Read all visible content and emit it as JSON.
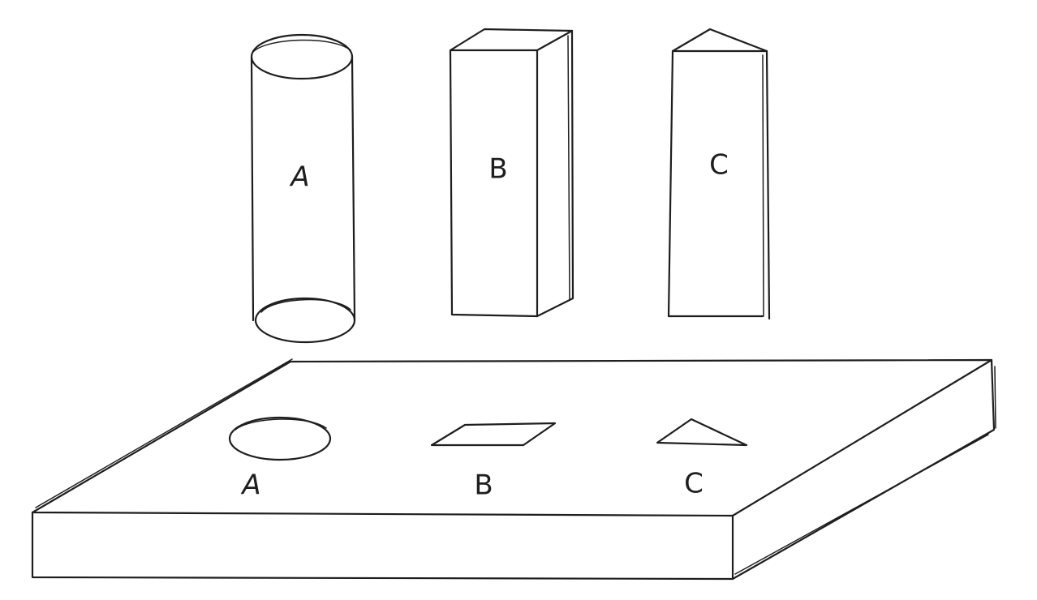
{
  "diagram": {
    "pegs": [
      {
        "id": "cylinder",
        "shape": "cylinder",
        "label": "A"
      },
      {
        "id": "square-prism",
        "shape": "square prism",
        "label": "B"
      },
      {
        "id": "triangular-prism",
        "shape": "triangular prism",
        "label": "C"
      }
    ],
    "board": {
      "holes": [
        {
          "id": "circle-hole",
          "shape": "circle",
          "label": "A"
        },
        {
          "id": "square-hole",
          "shape": "square",
          "label": "B"
        },
        {
          "id": "triangle-hole",
          "shape": "triangle",
          "label": "C"
        }
      ]
    },
    "ink_color": "#1e1e1e",
    "background_color": "#ffffff"
  }
}
